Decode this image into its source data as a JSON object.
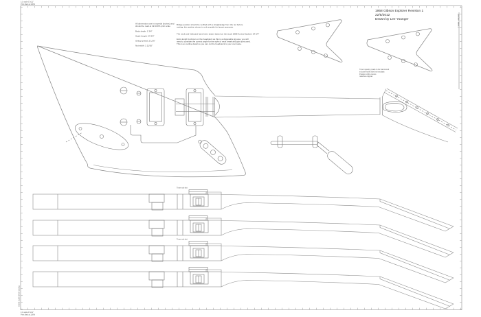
{
  "title_block": {
    "line1": "1958 Gibson Explorer Revision 1",
    "line2": "22/5/2012",
    "line3": "Drawn by Lee Younger"
  },
  "spec_block": {
    "intro_line1": "All dimensions are in imperial (inches) and",
    "intro_line2": "should be read at full 100% print scale",
    "items": [
      "Body depth: 1 3/4\"",
      "Scale length: 24 3/4\"",
      "String spread: 2 1/16\"",
      "Nut width: 1 11/16\""
    ]
  },
  "notes_block": {
    "para1_line1": "Bridge position should be verified with a straightedge from the nut before",
    "para1_line2": "routing, the position shown is only a guide for layout purposes.",
    "line2": "The neck and fretboard have been drawn based on the stock 1958 Korina Explorer 24 3/4\"",
    "para3_line1": "Extra length is shown on the headstock as this is a disposable jig area, you will",
    "para3_line2": "need to consider the correct angle for the style of neck break and glue joint used.",
    "para3_line3": "This is an outline detail so you can cut the headstock to your own taste."
  },
  "side_note": {
    "line1": "Tuner spacing made to be hammered",
    "line2": "in dowel holes like this template.",
    "line3": "Position of the tuners",
    "line4": "matches original."
  },
  "print_marks": {
    "top_left_line1": "1:1 scale 17x11\"",
    "top_left_line2": "Print tiled at 100%",
    "bottom_left_line1": "1:1 scale 17x11\"",
    "bottom_left_line2": "Print tiled at 100%",
    "left_bottom_vertical": "Check scale before cutting",
    "right_top_vertical": "Join line - sheet 2"
  },
  "neck_profiles": {
    "row1_label": "Truss rod slot",
    "row3_label": "Truss rod slot"
  },
  "palette": {
    "paper": "#ffffff",
    "drawing_line": "#8c8c8c",
    "detail_line": "#777777",
    "text_ink": "#3a3a3a"
  }
}
